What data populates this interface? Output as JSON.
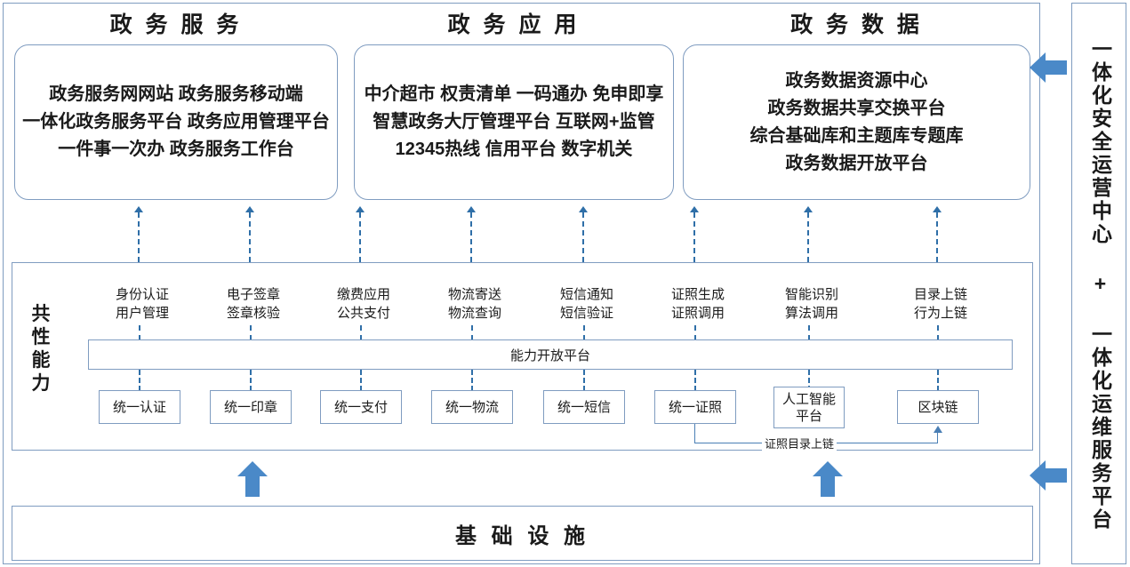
{
  "top_tier": {
    "columns": [
      {
        "title": "政 务 服 务",
        "lines": [
          "政务服务网网站 政务服务移动端",
          "一体化政务服务平台 政务应用管理平台",
          "一件事一次办 政务服务工作台"
        ]
      },
      {
        "title": "政 务 应 用",
        "lines": [
          "中介超市 权责清单 一码通办 免申即享",
          "智慧政务大厅管理平台 互联网+监管",
          "12345热线 信用平台 数字机关"
        ]
      },
      {
        "title": "政 务 数 据",
        "lines": [
          "政务数据资源中心",
          "政务数据共享交换平台",
          "综合基础库和主题库专题库",
          "政务数据开放平台"
        ]
      }
    ]
  },
  "middle_tier": {
    "label": "共性能力",
    "open_platform": "能力开放平台",
    "capabilities": [
      {
        "head": [
          "身份认证",
          "用户管理"
        ],
        "box": [
          "统一认证"
        ]
      },
      {
        "head": [
          "电子签章",
          "签章核验"
        ],
        "box": [
          "统一印章"
        ]
      },
      {
        "head": [
          "缴费应用",
          "公共支付"
        ],
        "box": [
          "统一支付"
        ]
      },
      {
        "head": [
          "物流寄送",
          "物流查询"
        ],
        "box": [
          "统一物流"
        ]
      },
      {
        "head": [
          "短信通知",
          "短信验证"
        ],
        "box": [
          "统一短信"
        ]
      },
      {
        "head": [
          "证照生成",
          "证照调用"
        ],
        "box": [
          "统一证照"
        ]
      },
      {
        "head": [
          "智能识别",
          "算法调用"
        ],
        "box": [
          "人工智能",
          "平台"
        ]
      },
      {
        "head": [
          "目录上链",
          "行为上链"
        ],
        "box": [
          "区块链"
        ]
      }
    ],
    "chain_link_label": "证照目录上链"
  },
  "bottom_tier": {
    "label": "基 础 设 施"
  },
  "right_panel": {
    "label": "一体化安全运营中心 + 一体化运维服务平台"
  },
  "colors": {
    "border": "#7f9cc0",
    "arrow": "#4a89c8",
    "dashed": "#2f6fa8",
    "text": "#1a1a1a"
  }
}
